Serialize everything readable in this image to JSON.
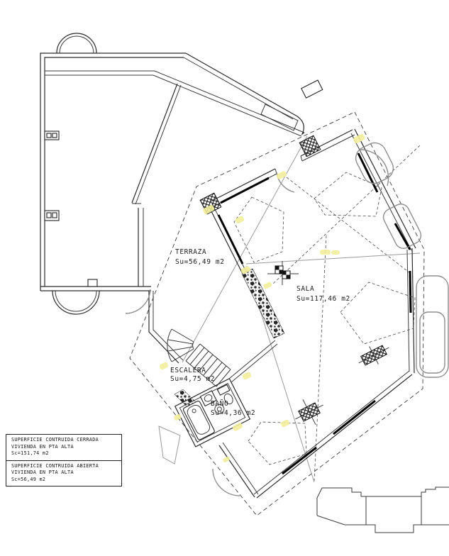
{
  "drawing_type": "architectural-floor-plan-upper-level",
  "colors": {
    "line": "#3a3a3a",
    "thick_wall": "#000000",
    "muted_line": "#9a9a9a",
    "highlight": "#f2ee9b",
    "paper": "#ffffff"
  },
  "rooms": [
    {
      "id": "terraza",
      "name": "TERRAZA",
      "area": "Su=56,49 m2"
    },
    {
      "id": "sala",
      "name": "SALA",
      "area": "Su=117,46 m2"
    },
    {
      "id": "escalera",
      "name": "ESCALERA",
      "area": "Su=4,75 m2"
    },
    {
      "id": "bano",
      "name": "BAÑO",
      "area": "Su=4,36 m2"
    }
  ],
  "legend": {
    "entries": [
      {
        "line1": "SUPERFICIE CONTRUIDA CERRADA",
        "line2": "VIVIENDA EN PTA ALTA",
        "line3": "Sc=151,74 m2"
      },
      {
        "line1": "SUPERFICIE CONTRUIDA ABIERTA",
        "line2": "VIVIENDA EN PTA ALTA",
        "line3": "Sc=56,49 m2"
      }
    ]
  }
}
